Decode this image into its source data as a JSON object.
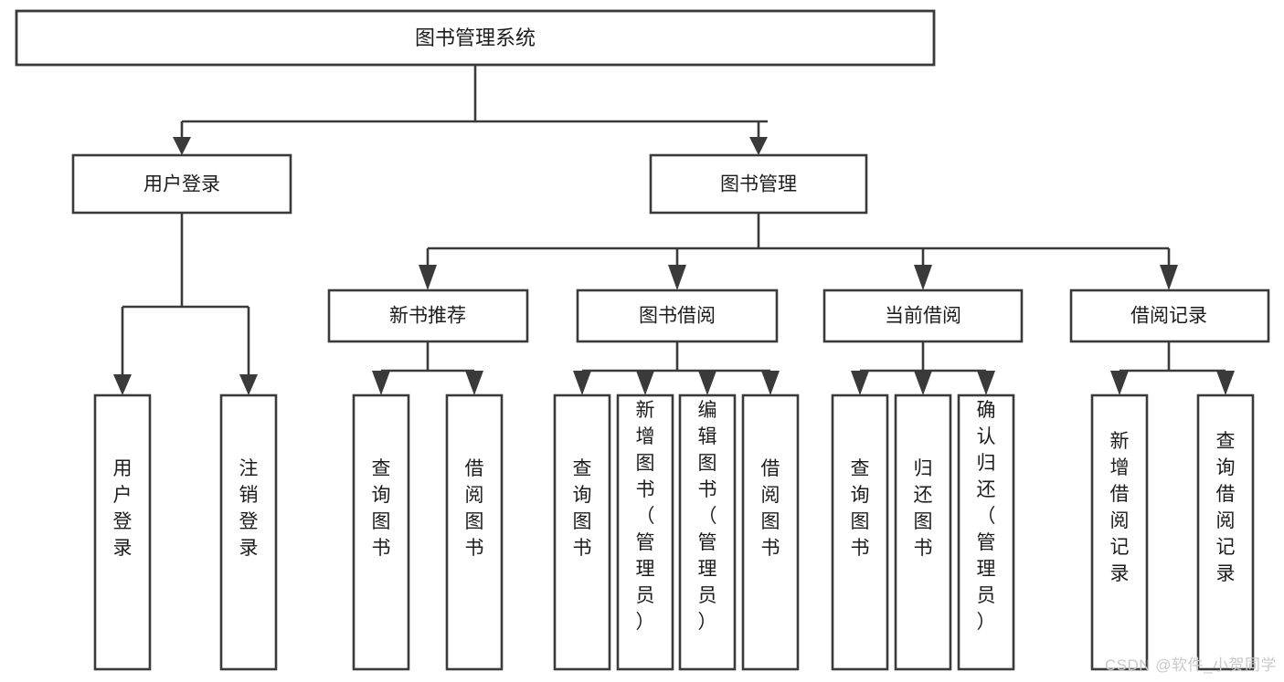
{
  "diagram": {
    "type": "tree",
    "title": "图书管理系统",
    "orientation": "top-down",
    "colors": {
      "box_fill": "#ffffff",
      "box_stroke": "#3a3a3a",
      "line": "#3a3a3a",
      "text": "#1c1c1c",
      "background": "#ffffff",
      "watermark": "#c9c9c9"
    },
    "root": {
      "label": "图书管理系统"
    },
    "level2": [
      {
        "label": "用户登录"
      },
      {
        "label": "图书管理"
      }
    ],
    "level3": [
      {
        "label": "新书推荐"
      },
      {
        "label": "图书借阅"
      },
      {
        "label": "当前借阅"
      },
      {
        "label": "借阅记录"
      }
    ],
    "leaves": {
      "user_login": [
        {
          "label": "用户登录"
        },
        {
          "label": "注销登录"
        }
      ],
      "new_book_recommend": [
        {
          "label": "查询图书"
        },
        {
          "label": "借阅图书"
        }
      ],
      "book_borrow": [
        {
          "label": "查询图书"
        },
        {
          "label": "新增图书（管理员）"
        },
        {
          "label": "编辑图书（管理员）"
        },
        {
          "label": "借阅图书"
        }
      ],
      "current_borrow": [
        {
          "label": "查询图书"
        },
        {
          "label": "归还图书"
        },
        {
          "label": "确认归还（管理员）"
        }
      ],
      "borrow_record": [
        {
          "label": "新增借阅记录"
        },
        {
          "label": "查询借阅记录"
        }
      ]
    }
  },
  "watermark": {
    "text": "CSDN @软件_小贺同学"
  }
}
